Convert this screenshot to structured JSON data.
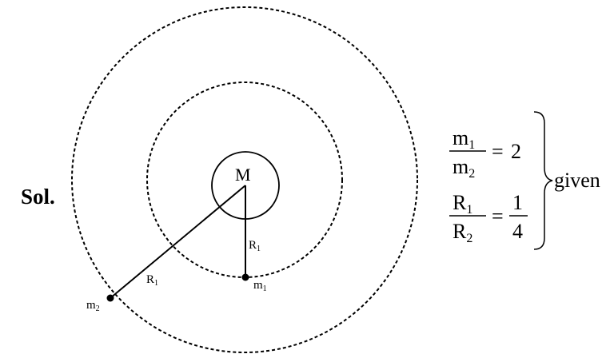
{
  "sol_label": "Sol.",
  "planet_label": "M",
  "radius_label": "R",
  "radius_label_sub": "1",
  "mass_label": "m",
  "mass1_sub": "1",
  "mass2_sub": "2",
  "eq1": {
    "num": "m",
    "num_sub": "1",
    "den": "m",
    "den_sub": "2",
    "op": "=",
    "value": "2"
  },
  "eq2": {
    "num": "R",
    "num_sub": "1",
    "den": "R",
    "den_sub": "2",
    "op": "=",
    "value_num": "1",
    "value_den": "4"
  },
  "given_label": "given"
}
